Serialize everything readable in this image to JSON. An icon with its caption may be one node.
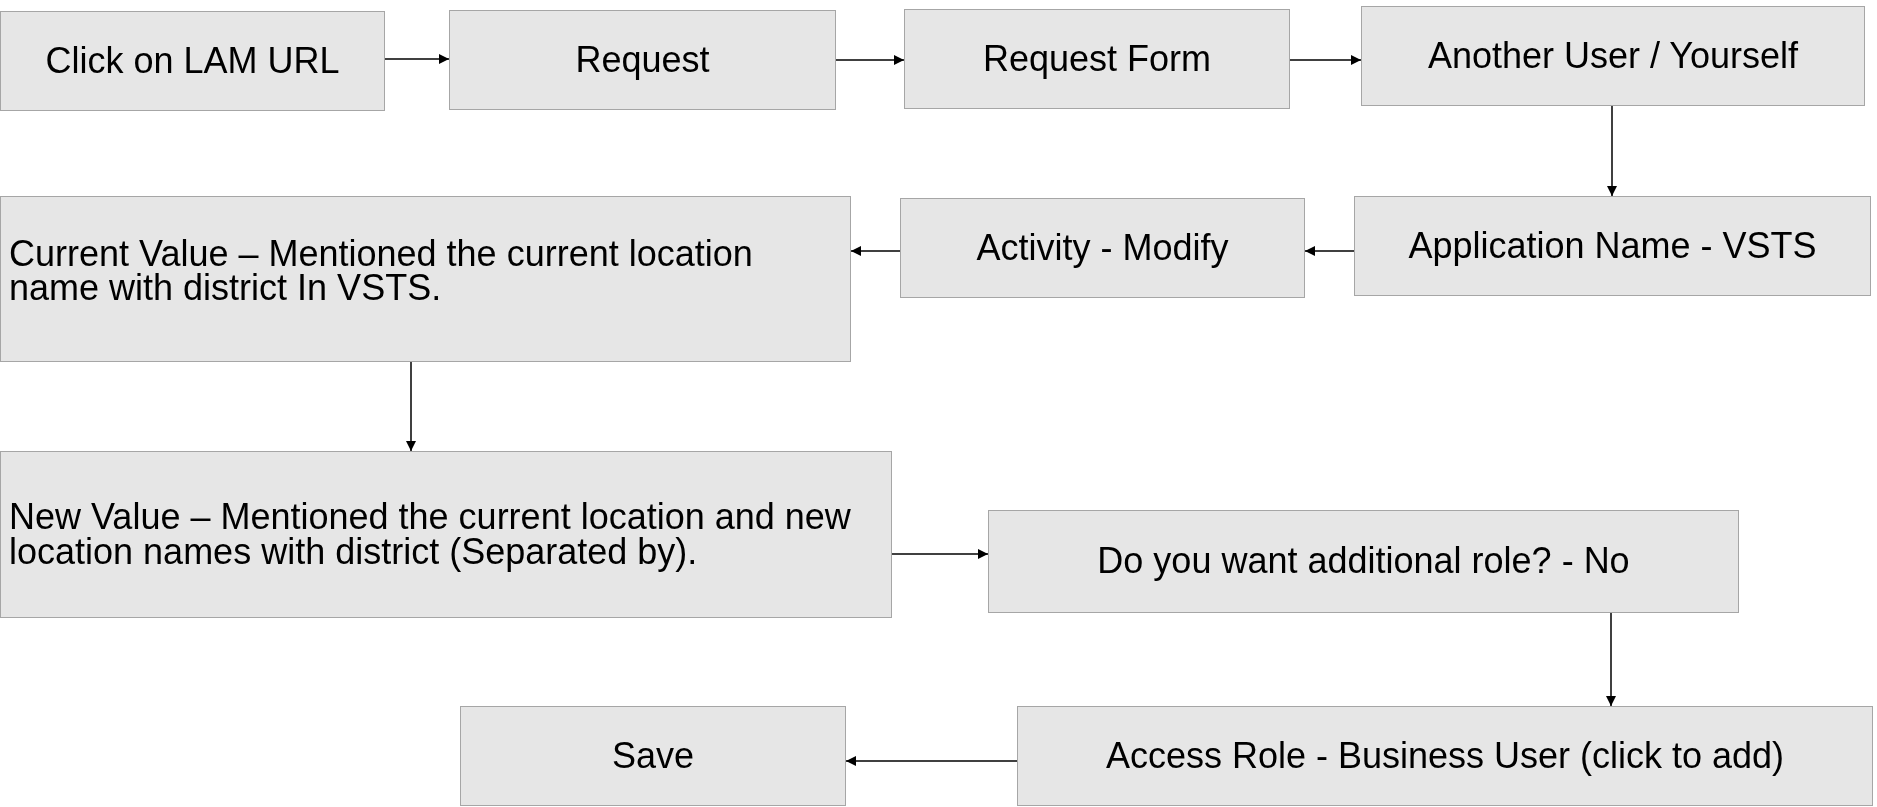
{
  "diagram": {
    "nodes": [
      {
        "text": [
          "Click on LAM URL"
        ]
      },
      {
        "text": [
          "Request"
        ]
      },
      {
        "text": [
          "Request Form"
        ]
      },
      {
        "text": [
          "Another User / Yourself"
        ]
      },
      {
        "text": [
          "Application Name - VSTS"
        ]
      },
      {
        "text": [
          "Activity - Modify"
        ]
      },
      {
        "text": [
          "Current Value – Mentioned the current location name with district In VSTS."
        ]
      },
      {
        "text": [
          "New Value – Mentioned the current location and new location names with district (Separated by)."
        ]
      },
      {
        "text": [
          "Do you want additional role? - No"
        ]
      },
      {
        "text": [
          "Access Role - Business User (click to add)"
        ]
      },
      {
        "text": [
          "Save"
        ]
      }
    ],
    "edges": [
      {
        "from": 0,
        "to": 1,
        "arrow": "to"
      },
      {
        "from": 1,
        "to": 2,
        "arrow": "to"
      },
      {
        "from": 2,
        "to": 3,
        "arrow": "to"
      },
      {
        "from": 3,
        "to": 4,
        "arrow": "to"
      },
      {
        "from": 4,
        "to": 5,
        "arrow": "to"
      },
      {
        "from": 5,
        "to": 6,
        "arrow": "to"
      },
      {
        "from": 6,
        "to": 7,
        "arrow": "to"
      },
      {
        "from": 7,
        "to": 8,
        "arrow": "to"
      },
      {
        "from": 8,
        "to": 9,
        "arrow": "to"
      },
      {
        "from": 9,
        "to": 10,
        "arrow": "to"
      }
    ]
  }
}
